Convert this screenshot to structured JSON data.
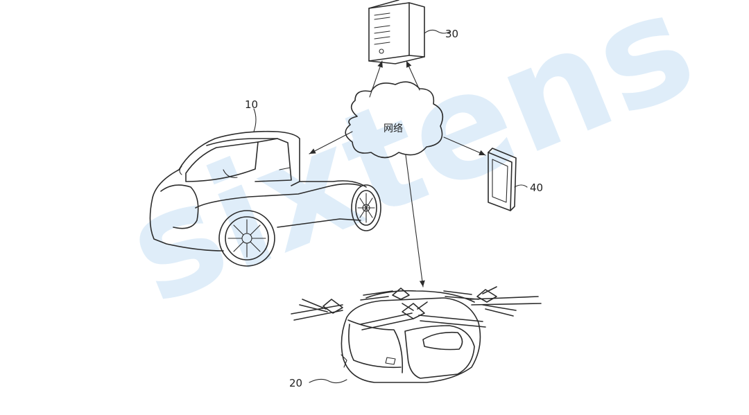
{
  "watermark": "sixtens",
  "labels": {
    "server": "30",
    "car": "10",
    "tablet": "40",
    "drone": "20",
    "network": "网络"
  }
}
